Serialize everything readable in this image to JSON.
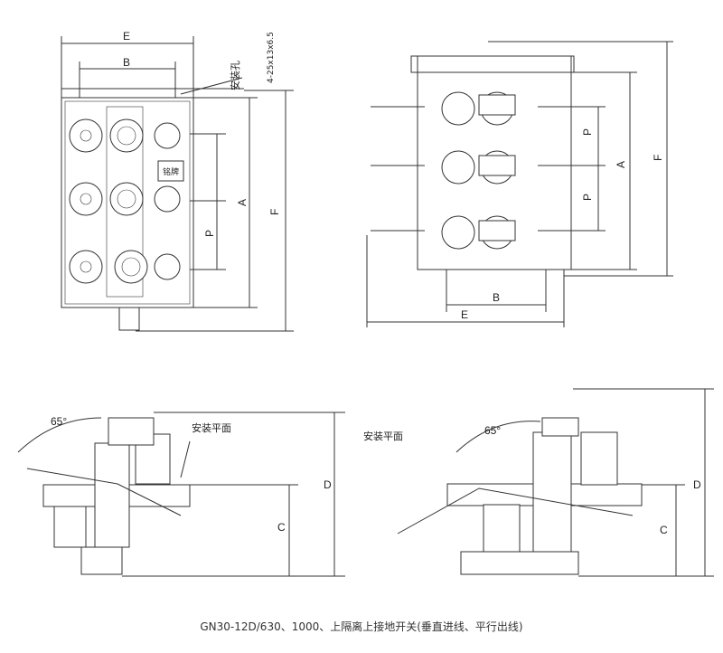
{
  "front_view": {
    "dims": {
      "E": "E",
      "B": "B",
      "A": "A",
      "P": "P",
      "F": "F"
    },
    "hole_label": "安装孔",
    "hole_spec": "4-25x13x6.5",
    "nameplate": "铭牌"
  },
  "side_view": {
    "dims": {
      "P1": "P",
      "P2": "P",
      "A": "A",
      "F": "F",
      "B": "B",
      "E": "E"
    }
  },
  "bottom_left": {
    "angle": "65°",
    "mount_plane": "安装平面",
    "D": "D",
    "C": "C"
  },
  "bottom_right": {
    "angle": "65°",
    "mount_plane": "安装平面",
    "D": "D",
    "C": "C"
  },
  "caption": "GN30-12D/630、1000、上隔离上接地开关(垂直进线、平行出线)"
}
